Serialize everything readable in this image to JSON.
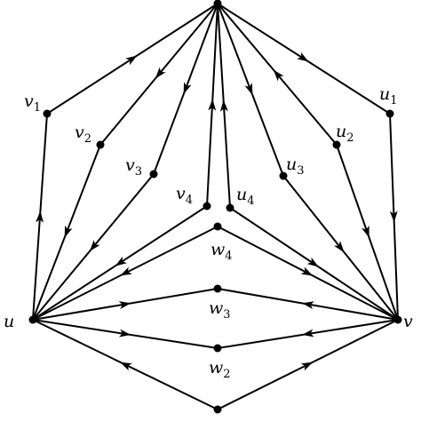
{
  "vertices": [
    {
      "id": "top",
      "label": "",
      "sub": ""
    },
    {
      "id": "v1",
      "label": "v",
      "sub": "1"
    },
    {
      "id": "v2",
      "label": "v",
      "sub": "2"
    },
    {
      "id": "v3",
      "label": "v",
      "sub": "3"
    },
    {
      "id": "v4",
      "label": "v",
      "sub": "4"
    },
    {
      "id": "u1",
      "label": "u",
      "sub": "1"
    },
    {
      "id": "u2",
      "label": "u",
      "sub": "2"
    },
    {
      "id": "u3",
      "label": "u",
      "sub": "3"
    },
    {
      "id": "u4",
      "label": "u",
      "sub": "4"
    },
    {
      "id": "w4",
      "label": "w",
      "sub": "4"
    },
    {
      "id": "w3",
      "label": "w",
      "sub": "3"
    },
    {
      "id": "w2",
      "label": "w",
      "sub": "2"
    },
    {
      "id": "u",
      "label": "u",
      "sub": ""
    },
    {
      "id": "v",
      "label": "v",
      "sub": ""
    },
    {
      "id": "bottom",
      "label": "",
      "sub": ""
    }
  ],
  "edges": [
    {
      "from": "v1",
      "to": "top"
    },
    {
      "from": "top",
      "to": "v2"
    },
    {
      "from": "top",
      "to": "v3"
    },
    {
      "from": "v4",
      "to": "top"
    },
    {
      "from": "top",
      "to": "u1"
    },
    {
      "from": "u2",
      "to": "top"
    },
    {
      "from": "top",
      "to": "u3"
    },
    {
      "from": "u4",
      "to": "top"
    },
    {
      "from": "u",
      "to": "v1"
    },
    {
      "from": "v2",
      "to": "u"
    },
    {
      "from": "v3",
      "to": "u"
    },
    {
      "from": "v4",
      "to": "u"
    },
    {
      "from": "u1",
      "to": "v"
    },
    {
      "from": "u2",
      "to": "v"
    },
    {
      "from": "u3",
      "to": "v"
    },
    {
      "from": "u4",
      "to": "v"
    },
    {
      "from": "w4",
      "to": "u"
    },
    {
      "from": "w4",
      "to": "v"
    },
    {
      "from": "u",
      "to": "w3"
    },
    {
      "from": "v",
      "to": "w3"
    },
    {
      "from": "u",
      "to": "w2"
    },
    {
      "from": "v",
      "to": "w2"
    },
    {
      "from": "bottom",
      "to": "u"
    },
    {
      "from": "bottom",
      "to": "v"
    }
  ]
}
